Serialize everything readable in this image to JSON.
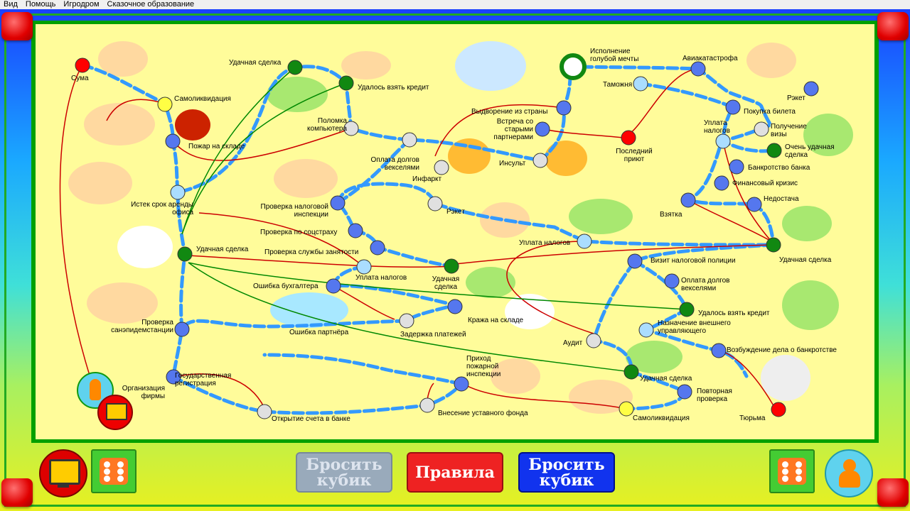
{
  "menu": [
    "Вид",
    "Помощь",
    "Игродром",
    "Сказочное образование"
  ],
  "cells": [
    "Сума",
    "Самоликвидация",
    "Пожар на складе",
    "Истек срок аренды офиса",
    "Удачная сделка",
    "Удалось взять кредит",
    "Поломка компьютера",
    "Оплата долгов векселями",
    "Инфаркт",
    "Рэкет",
    "Проверка налоговой инспекции",
    "Проверка по соцстраху",
    "Проверка службы занятости",
    "Уплата налогов",
    "Удачная сделка",
    "Ошибка бухгалтера",
    "Кража на складе",
    "Ошибка партнёра",
    "Задержка платежей",
    "Проверка санэпидемстанции",
    "Государственная регистрация",
    "Организация фирмы",
    "Открытие счета в банке",
    "Приход пожарной инспекции",
    "Внесение уставного фонда",
    "Исполнение голубой мечты",
    "Выдворение из страны",
    "Встреча со старыми партнерами",
    "Инсульт",
    "Последний приют",
    "Авиакатастрофа",
    "Таможня",
    "Рэкет",
    "Покупка билета",
    "Получение визы",
    "Уплата налогов",
    "Очень удачная сделка",
    "Банкротство банка",
    "Финансовый кризис",
    "Взятка",
    "Недостача",
    "Уплата налогов",
    "Удачная сделка",
    "Визит налоговой полиции",
    "Оплата долгов векселями",
    "Удалось взять кредит",
    "Назначение внешнего управляющего",
    "Аудит",
    "Возбуждение дела о банкротстве",
    "Удачная сделка",
    "Повторная проверка",
    "Самоликвидация",
    "Тюрьма"
  ],
  "buttons": {
    "roll_left": "Бросить кубик",
    "rules": "Правила",
    "roll_right": "Бросить кубик"
  },
  "colors": {
    "path": "#3399ff",
    "arrow": "#cc0000",
    "arrow_good": "#008800",
    "board": "#fffc9a",
    "cell_gray": "#e0e0e0",
    "cell_blue": "#5577ee",
    "cell_green": "#118811",
    "cell_yellow": "#ffff44",
    "cell_red": "#ff0000",
    "rules_btn": "#ee2222",
    "roll_active": "#1133ee",
    "roll_disabled": "#99aabb"
  },
  "dice_value": 6
}
